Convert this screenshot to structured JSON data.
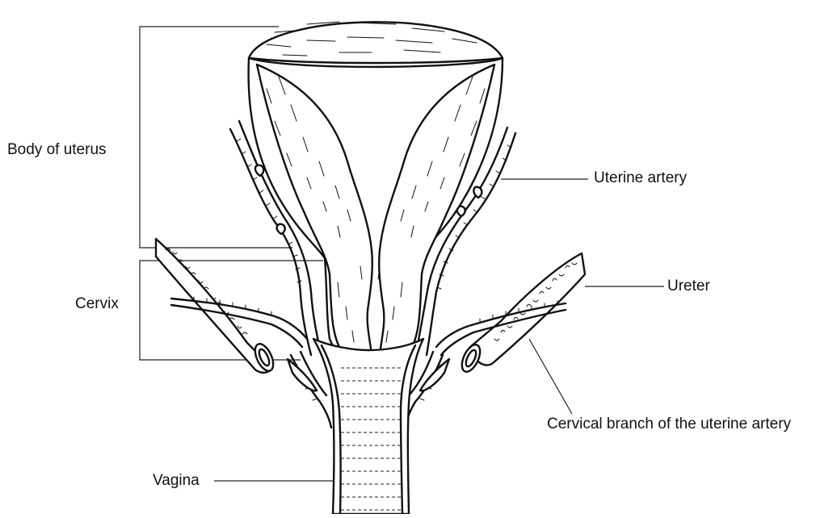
{
  "labels": {
    "body_of_uterus": "Body of uterus",
    "cervix": "Cervix",
    "vagina": "Vagina",
    "uterine_artery": "Uterine artery",
    "ureter": "Ureter",
    "cervical_branch": "Cervical branch of the uterine artery"
  },
  "colors": {
    "ink": "#111111",
    "background": "#ffffff"
  }
}
